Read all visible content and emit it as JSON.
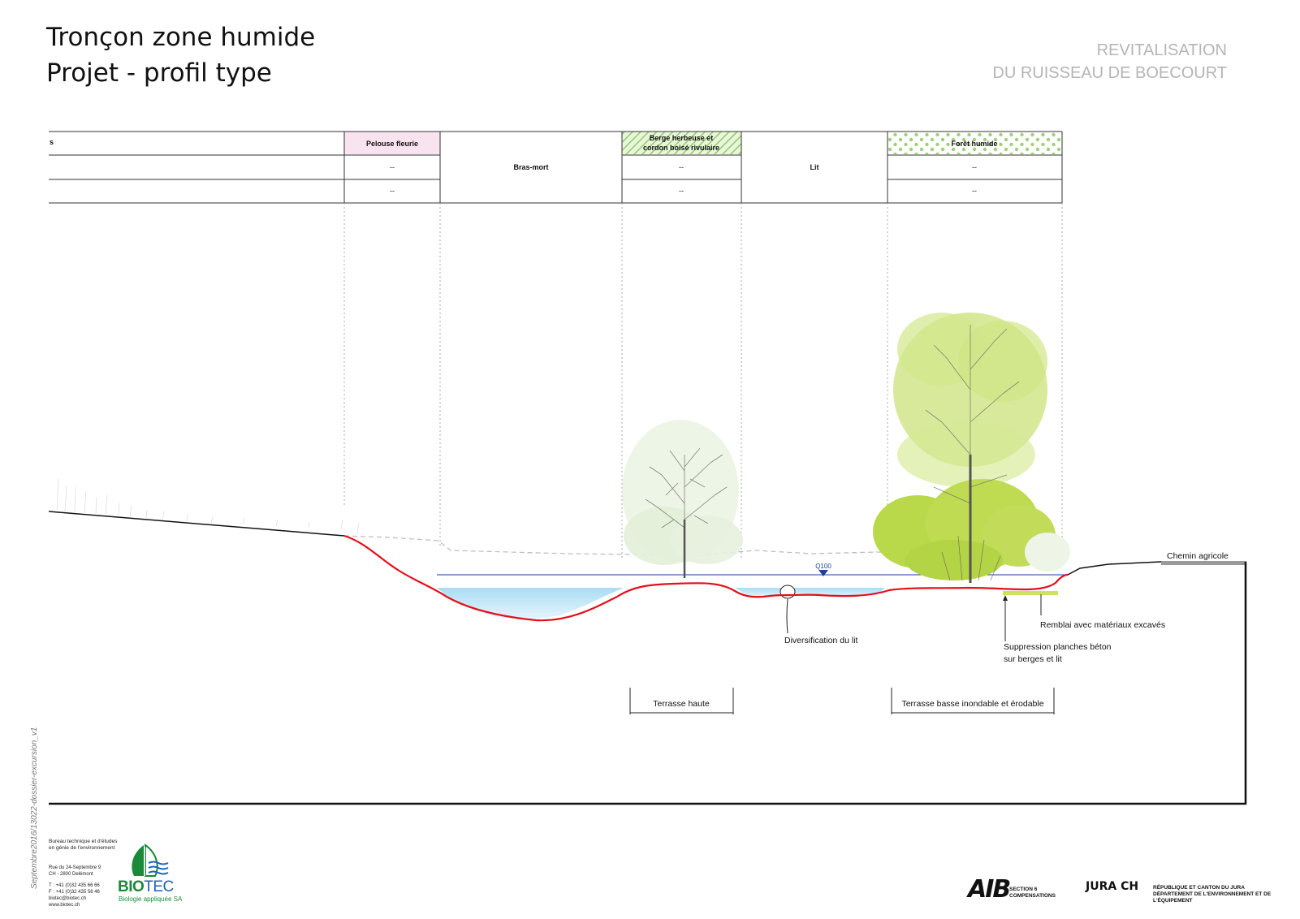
{
  "header": {
    "title_line1": "Tronçon zone humide",
    "title_line2": "Projet - profil type",
    "project_line1": "REVITALISATION",
    "project_line2": "DU RUISSEAU DE BOECOURT"
  },
  "table": {
    "col0_top": "s",
    "pelouse": {
      "label": "Pelouse fleurie",
      "row2": "--",
      "row3": "--"
    },
    "brasmort": {
      "label": "Bras-mort"
    },
    "berge": {
      "label_line1": "Berge herbeuse et",
      "label_line2": "cordon boisé rivulaire",
      "row2": "--",
      "row3": "--"
    },
    "lit": {
      "label": "Lit"
    },
    "foret": {
      "label": "Forêt humide",
      "row2": "--",
      "row3": "--"
    }
  },
  "profile": {
    "water_level_label": "Q100",
    "chemin_label": "Chemin agricole",
    "diversification_label": "Diversification du lit",
    "remblai_label": "Remblai avec matériaux excavés",
    "suppression_line1": "Suppression planches béton",
    "suppression_line2": "sur berges et lit",
    "terrasse_haute": "Terrasse haute",
    "terrasse_basse": "Terrasse basse inondable et érodable"
  },
  "colors": {
    "terrain_new": "#e3101b",
    "water": "#bfe4f5",
    "water_line": "#1f3f9a",
    "tree_green": "#b8d645",
    "remblai": "#cfe05a",
    "pelouse_fill": "#f9e3ef",
    "berge_hatch": "#8ccf6a",
    "foret_dot": "#9fd07a"
  },
  "footer": {
    "side_text": "Septembre2016/13022-dossier-excursion_v1",
    "biotec_line1": "Bureau technique et d'études",
    "biotec_line2": "en génie de l'environnement",
    "biotec_addr1": "Rue du 24-Septembre 9",
    "biotec_addr2": "CH - 2800 Delémont",
    "biotec_tel": "T : +41 (0)32 435 66 66",
    "biotec_fax": "F : +41 (0)32 435 56 46",
    "biotec_email": "biotec@biotec.ch",
    "biotec_web": "www.biotec.ch",
    "biotec_name_a": "BIO",
    "biotec_name_b": "TEC",
    "biotec_sub": "Biologie appliquée SA",
    "aib_logo": "AIB",
    "aib_sub1": "SECTION 6",
    "aib_sub2": "COMPENSATIONS",
    "jura_logo": "JURA CH",
    "jura_sub1": "RÉPUBLIQUE ET CANTON DU JURA",
    "jura_sub2": "DÉPARTEMENT DE L'ENVIRONNEMENT ET DE L'ÉQUIPEMENT"
  }
}
